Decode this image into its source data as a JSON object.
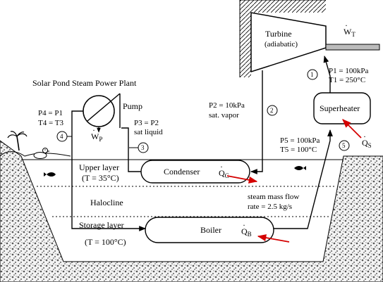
{
  "title": "Solar Pond Steam Power Plant",
  "turbine": {
    "label": "Turbine",
    "sublabel": "(adiabatic)",
    "work_symbol": "W",
    "work_sub": "T"
  },
  "superheater": {
    "label": "Superheater",
    "heat_symbol": "Q",
    "heat_sub": "S"
  },
  "pump": {
    "label": "Pump",
    "work_symbol": "W",
    "work_sub": "P"
  },
  "condenser": {
    "label": "Condenser",
    "heat_symbol": "Q",
    "heat_sub": "C"
  },
  "boiler": {
    "label": "Boiler",
    "heat_symbol": "Q",
    "heat_sub": "B"
  },
  "states": [
    {
      "id": "1",
      "line1": "P1 = 100kPa",
      "line2": "T1 = 250°C"
    },
    {
      "id": "2",
      "line1": "P2 = 10kPa",
      "line2": "sat. vapor"
    },
    {
      "id": "3",
      "line1": "P3 = P2",
      "line2": "sat liquid"
    },
    {
      "id": "4",
      "line1": "P4 = P1",
      "line2": "T4 = T3"
    },
    {
      "id": "5",
      "line1": "P5 = 100kPa",
      "line2": "T5 = 100°C"
    }
  ],
  "pond": {
    "upper_layer": "Upper layer",
    "upper_temp": "(T = 35°C)",
    "halocline": "Halocline",
    "storage_layer": "Storage layer",
    "storage_temp": "(T = 100°C)"
  },
  "flow": {
    "line1": "steam mass flow",
    "line2": "rate = 2.5 kg/s"
  },
  "colors": {
    "heat_arrow": "#d40000",
    "line": "#000000",
    "background": "#ffffff"
  },
  "icons": [
    "palm-tree-icon",
    "duck-icon",
    "fish-icon"
  ]
}
